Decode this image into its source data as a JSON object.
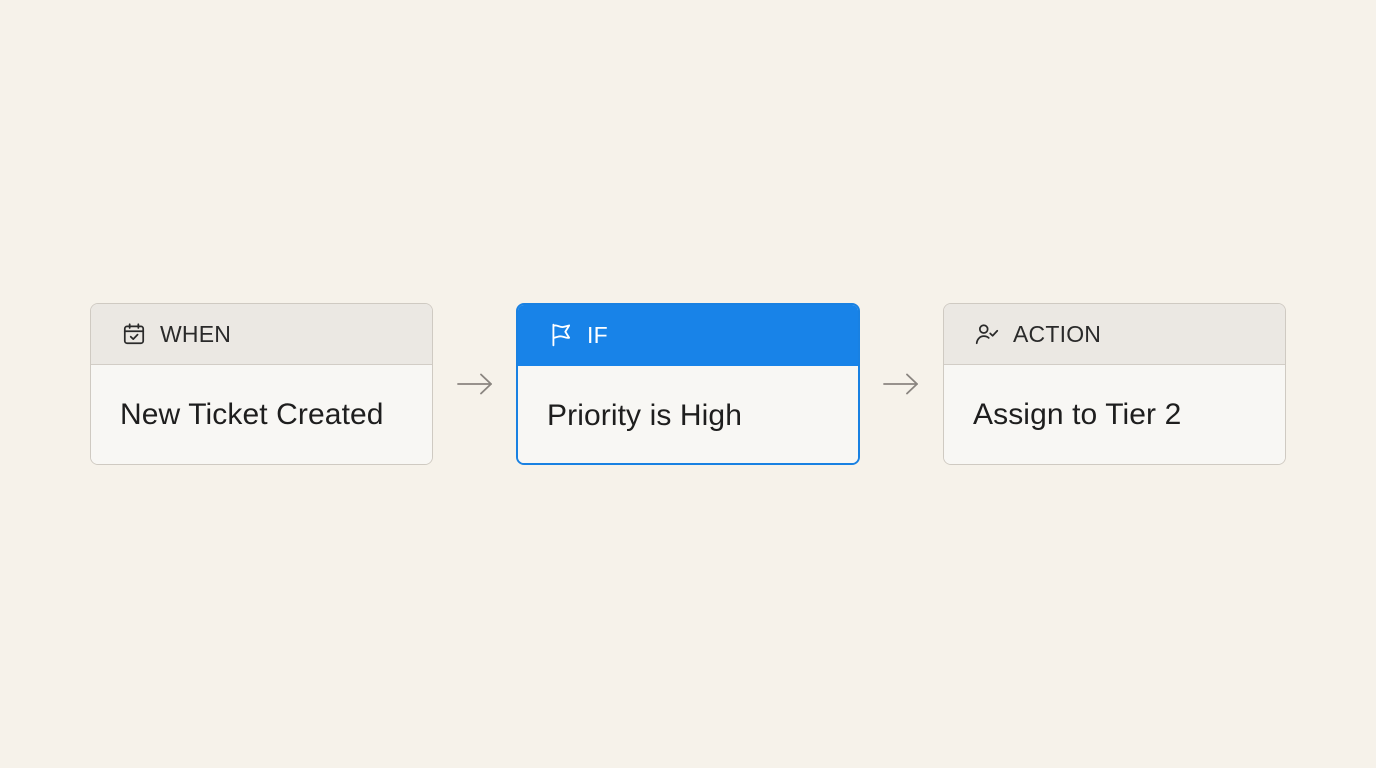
{
  "workflow": {
    "steps": [
      {
        "header": "WHEN",
        "icon": "calendar-check-icon",
        "title": "New Ticket Created",
        "active": false
      },
      {
        "header": "IF",
        "icon": "flag-icon",
        "title": "Priority is High",
        "active": true
      },
      {
        "header": "ACTION",
        "icon": "user-check-icon",
        "title": "Assign to Tier 2",
        "active": false
      }
    ],
    "connector_icon": "arrow-right-icon"
  },
  "colors": {
    "background": "#f6f2ea",
    "active_accent": "#1883e8",
    "card_border": "#cfcac2",
    "header_bg": "#ebe8e3"
  }
}
